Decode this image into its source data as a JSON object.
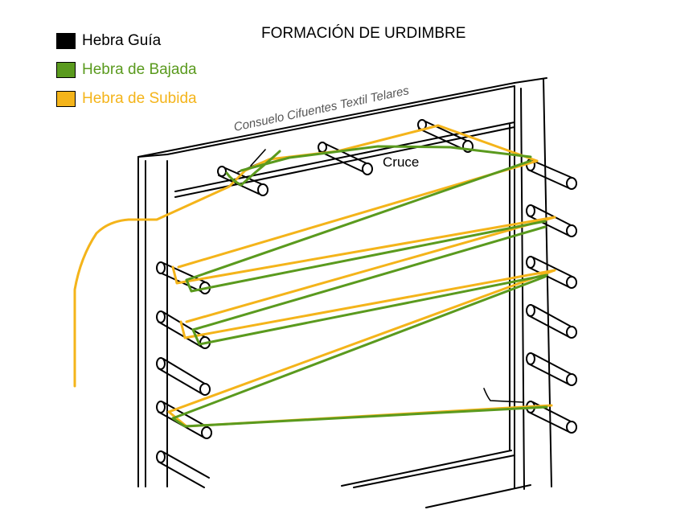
{
  "title": "FORMACIÓN DE URDIMBRE",
  "legend": [
    {
      "label": "Hebra Guía",
      "color": "#000000"
    },
    {
      "label": "Hebra de Bajada",
      "color": "#5a9a1e"
    },
    {
      "label": "Hebra de Subida",
      "color": "#f4b41a"
    }
  ],
  "watermark": "Consuelo Cifuentes Textil Telares",
  "labels": {
    "cruce": "Cruce"
  }
}
